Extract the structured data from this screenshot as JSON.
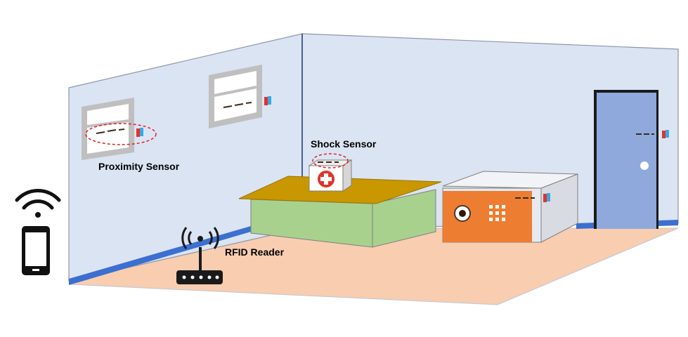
{
  "labels": {
    "proximity": "Proximity Sensor",
    "shock": "Shock Sensor",
    "rfid": "RFID Reader"
  },
  "icons": [
    "wifi-icon",
    "smartphone-icon",
    "rfid-router-icon",
    "first-aid-box-icon",
    "safe-icon",
    "door-icon",
    "window-icon"
  ],
  "colors": {
    "wall": "#dbe4f3",
    "floor": "#f8cdb0",
    "baseboard": "#3b6fd0",
    "table_top": "#c99700",
    "table_side": "#a9d18e",
    "safe_front": "#ed7d31",
    "safe_body": "#e7e9f0",
    "door": "#8fa9dc",
    "sensor_red": "#e0342b",
    "sensor_blue": "#38a8e6",
    "highlight": "#e02020"
  }
}
